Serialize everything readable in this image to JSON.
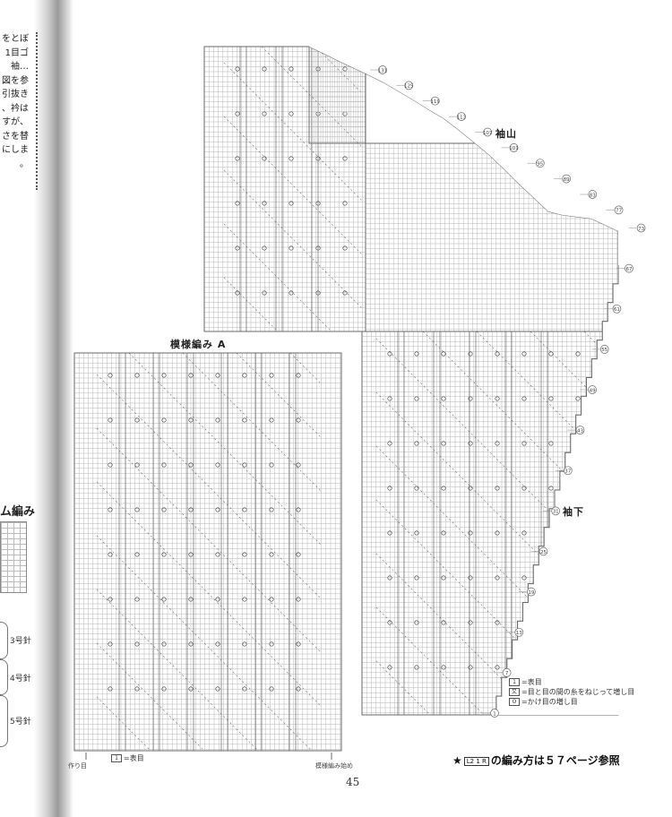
{
  "left_text_lines": [
    "をとぼ",
    "1目ゴ",
    "袖…",
    "図を参",
    "引抜き",
    "、衿は",
    "すが、",
    "さを替",
    "にしま",
    "。"
  ],
  "left_heading": "ム編み",
  "needle_labels": [
    "3号針",
    "4号針",
    "5号針"
  ],
  "charts": {
    "pattern_a_title": "模様編み A",
    "sleeve_cap_label": "袖山",
    "sleeve_under_label": "袖下"
  },
  "row_callouts": [
    "1",
    "7",
    "13",
    "19",
    "25",
    "31",
    "37",
    "43",
    "49",
    "55",
    "61",
    "67",
    "73",
    "77",
    "83",
    "89",
    "95",
    "101",
    "107",
    "113",
    "119",
    "125",
    "131"
  ],
  "legend_sleeve": [
    {
      "symbol": "1",
      "text": "=表目"
    },
    {
      "symbol": "又",
      "text": "=目と目の間の糸をねじって増し目"
    },
    {
      "symbol": "O",
      "text": "=かけ目の増し目"
    }
  ],
  "legend_pattern_a": {
    "symbol": "1",
    "text": "=表目"
  },
  "axis_notes": {
    "cast_on": "作り目",
    "pattern_start": "模様編み始め"
  },
  "footnote": {
    "star": "★",
    "tag": "L2 1 R",
    "text": "の編み方は５７ページ参照"
  },
  "page_number": "45",
  "colors": {
    "grid": "#b5b5b5",
    "grid_strong": "#6a6a6a",
    "ink": "#333333"
  }
}
